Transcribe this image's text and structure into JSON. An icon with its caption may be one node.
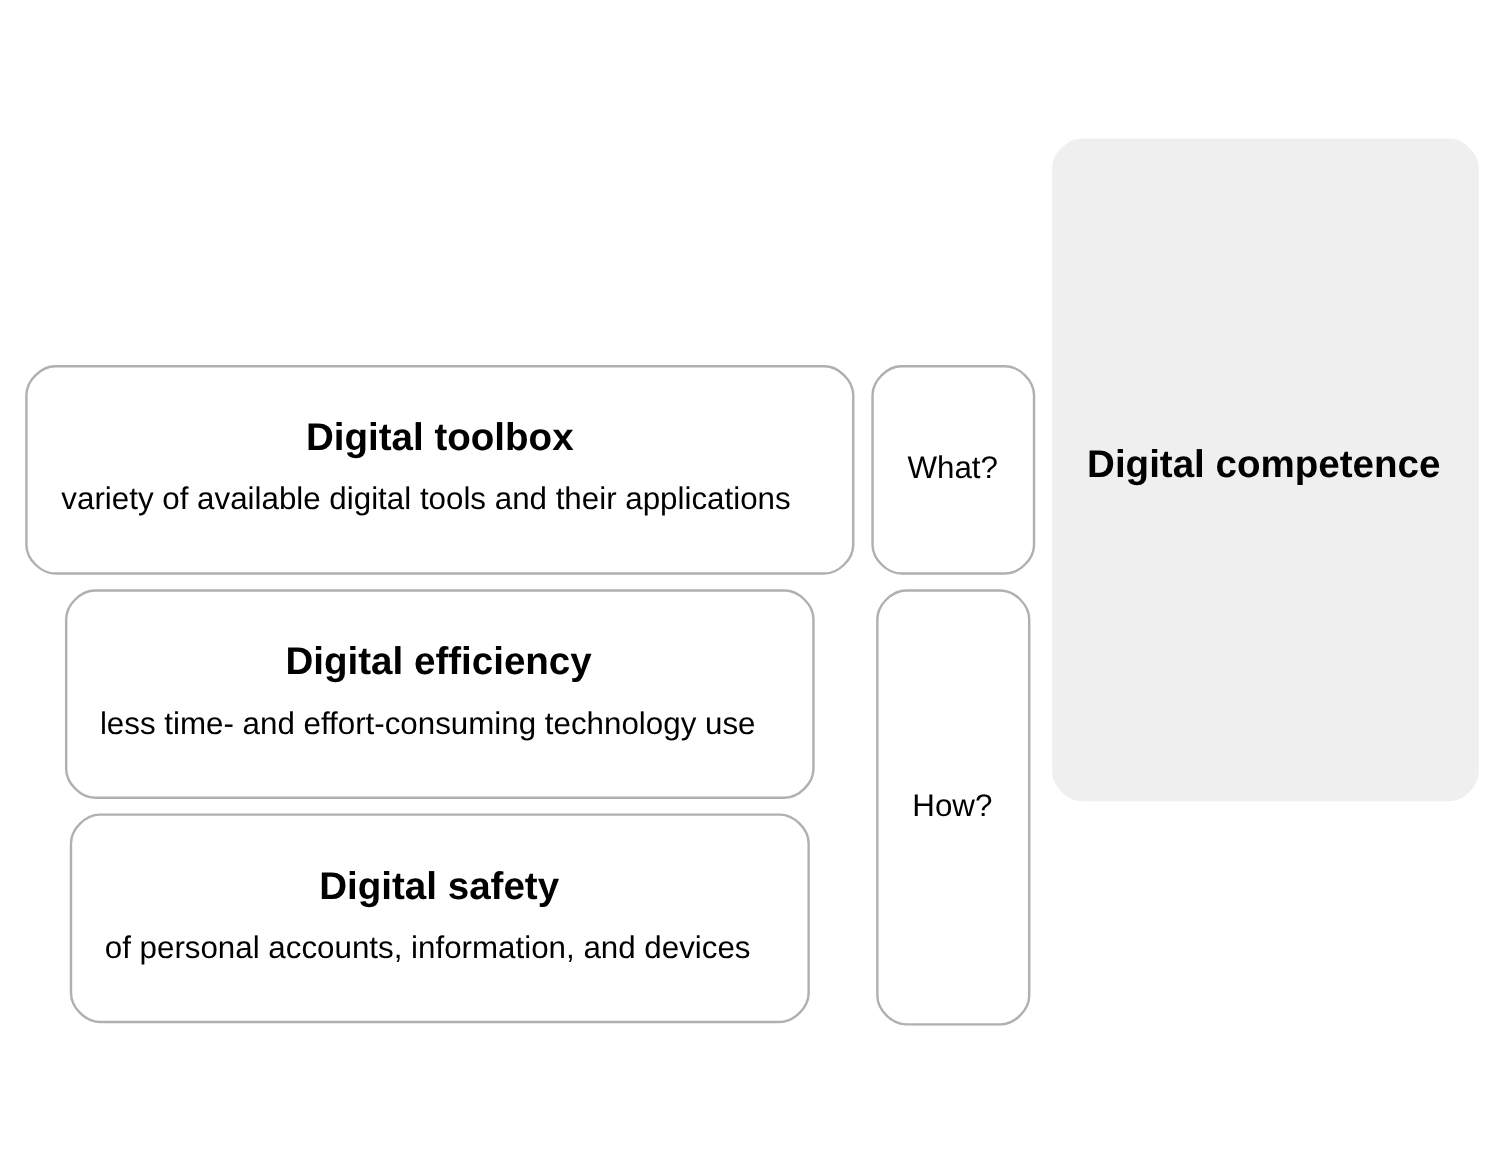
{
  "diagram": {
    "nodes": [
      {
        "text": [
          "Digital toolbox",
          "variety of available digital tools and their applications"
        ]
      },
      {
        "text": [
          "What?"
        ]
      },
      {
        "text": [
          "Digital efficiency",
          "less time- and effort-consuming technology use"
        ]
      },
      {
        "text": [
          "Digital safety",
          "of personal accounts, information, and devices"
        ]
      },
      {
        "text": [
          "How?"
        ]
      },
      {
        "text": [
          "Digital competence"
        ]
      }
    ]
  }
}
